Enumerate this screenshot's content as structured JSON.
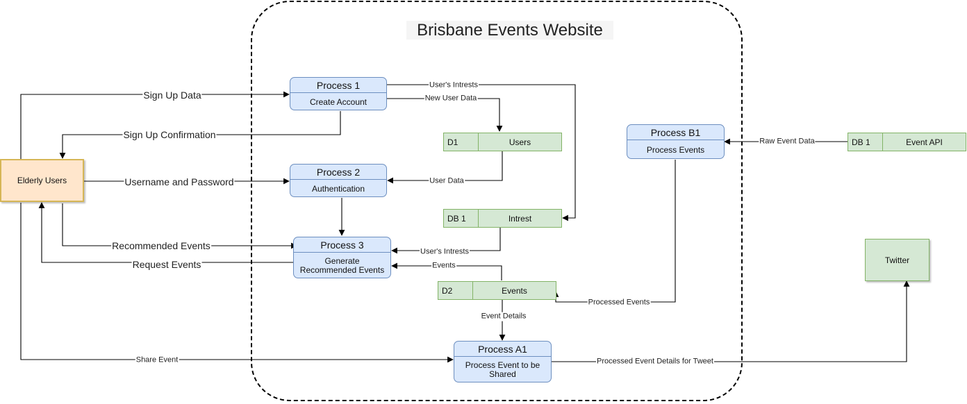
{
  "title": "Brisbane Events Website",
  "nodes": {
    "elderly_users": "Elderly Users",
    "twitter": "Twitter",
    "process_1": {
      "head": "Process 1",
      "body": "Create Account"
    },
    "process_2": {
      "head": "Process 2",
      "body": "Authentication"
    },
    "process_3": {
      "head": "Process 3",
      "body": "Generate Recommended Events"
    },
    "process_a1": {
      "head": "Process A1",
      "body": "Process Event to be Shared"
    },
    "process_b1": {
      "head": "Process B1",
      "body": "Process Events"
    },
    "store_users": {
      "id": "D1",
      "name": "Users"
    },
    "store_intrest": {
      "id": "DB 1",
      "name": "Intrest"
    },
    "store_events": {
      "id": "D2",
      "name": "Events"
    },
    "store_event_api": {
      "id": "DB 1",
      "name": "Event API"
    }
  },
  "flows": {
    "sign_up_data": "Sign Up Data",
    "sign_up_confirmation": "Sign Up Confirmation",
    "username_password": "Username and Password",
    "recommended_events": "Recommended Events",
    "request_events": "Request Events",
    "share_event": "Share Event",
    "users_intrests_1": "User's Intrests",
    "new_user_data": "New User Data",
    "user_data": "User Data",
    "users_intrests_2": "User's Intrests",
    "events": "Events",
    "event_details": "Event Details",
    "processed_events": "Processed Events",
    "raw_event_data": "Raw Event Data",
    "processed_event_tweet": "Processed Event Details for Tweet"
  },
  "colors": {
    "entity_fill": "#ffe6cc",
    "entity_border": "#d6b656",
    "process_fill": "#dae8fc",
    "process_border": "#6c8ebf",
    "store_fill": "#d5e8d4",
    "store_border": "#82b366"
  }
}
